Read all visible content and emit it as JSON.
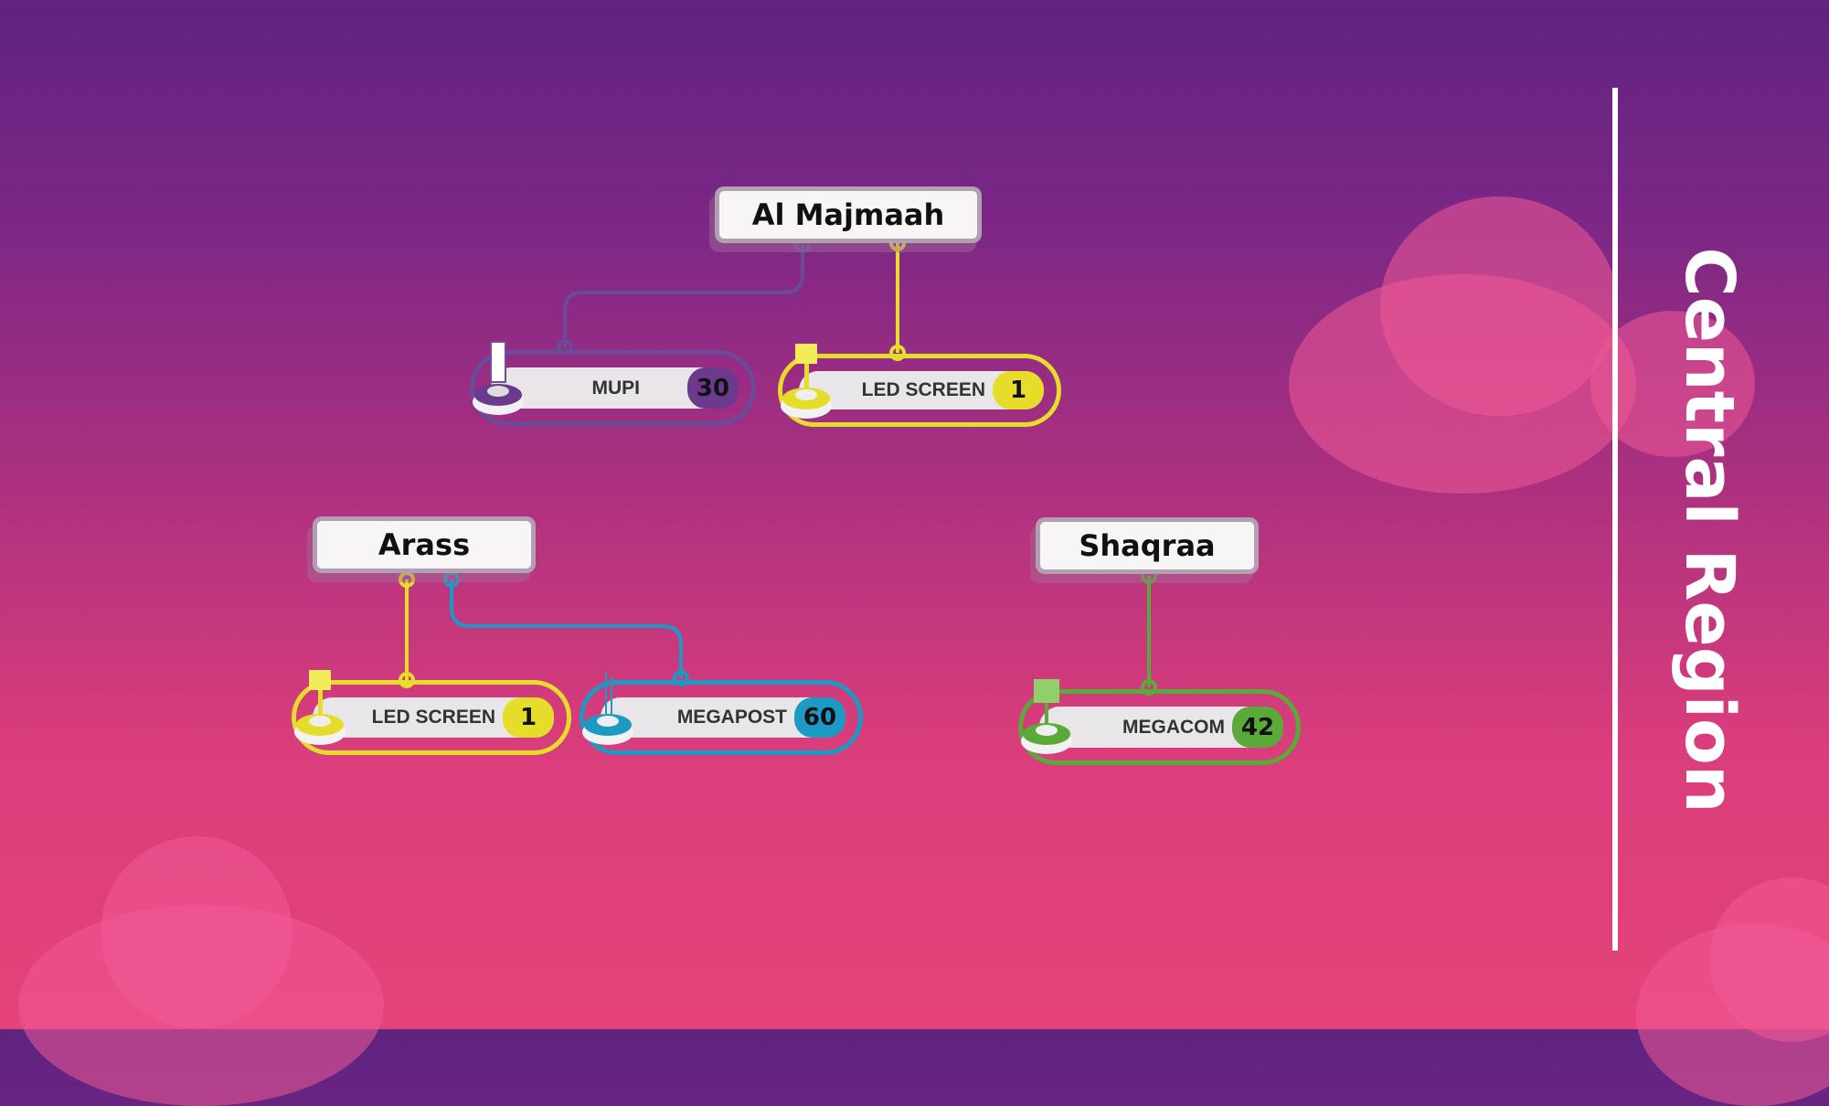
{
  "title": "Central Region",
  "colors": {
    "mupi": "#6b3a8f",
    "led": "#e6dd2b",
    "megapost": "#1c9ac4",
    "megacom": "#5aaa3a"
  },
  "locations": [
    {
      "name": "Al Majmaah",
      "items": [
        {
          "label": "MUPI",
          "count": "30",
          "icon": "mupi-icon"
        },
        {
          "label": "LED SCREEN",
          "count": "1",
          "icon": "led-screen-icon"
        }
      ]
    },
    {
      "name": "Arass",
      "items": [
        {
          "label": "LED SCREEN",
          "count": "1",
          "icon": "led-screen-icon"
        },
        {
          "label": "MEGAPOST",
          "count": "60",
          "icon": "megapost-icon"
        }
      ]
    },
    {
      "name": "Shaqraa",
      "items": [
        {
          "label": "MEGACOM",
          "count": "42",
          "icon": "megacom-icon"
        }
      ]
    }
  ]
}
